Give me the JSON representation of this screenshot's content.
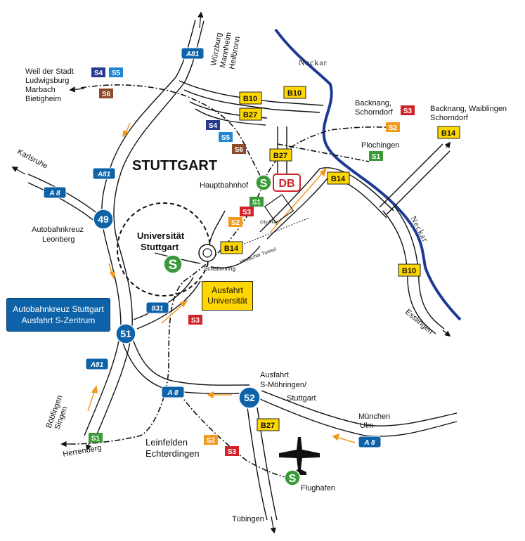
{
  "title": "STUTTGART",
  "rivers": {
    "neckar_top": "Neckar",
    "neckar_right": "Neckar"
  },
  "city_labels": {
    "universitaet": "Universität",
    "stuttgart": "Stuttgart",
    "hauptbahnhof": "Hauptbahnhof",
    "city_ring": "City-Ring",
    "heslacher": "Heslacher Tunnel",
    "schattenring": "Schattenring",
    "leinfelden": "Leinfelden",
    "echterdingen": "Echterdingen",
    "flughafen": "Flughafen"
  },
  "destinations": {
    "wurzburg": "Würzburg",
    "mannheim": "Mannheim",
    "heilbronn": "Heilbronn",
    "weil": "Weil der Stadt",
    "ludwigsburg": "Ludwigsburg",
    "marbach": "Marbach",
    "bietigheim": "Bietigheim",
    "karlsruhe": "Karlsruhe",
    "backnang1": "Backnang,",
    "schorndorf1": "Schorndorf",
    "backnang2": "Backnang, Waiblingen",
    "schorndorf2": "Schorndorf",
    "plochingen": "Plochingen",
    "esslingen": "Esslingen",
    "munchen": "München",
    "ulm": "Ulm",
    "tubingen": "Tübingen",
    "boblingen": "Böblingen",
    "singen": "Singen",
    "herrenberg": "Herrenberg",
    "ausfahrt_moeh1": "Ausfahrt",
    "ausfahrt_moeh2": "S-Möhringen/",
    "ausfahrt_moeh3": "Stuttgart",
    "abk_leonberg1": "Autobahnkreuz",
    "abk_leonberg2": "Leonberg"
  },
  "info_boxes": {
    "kreuz1": "Autobahnkreuz Stuttgart",
    "kreuz2": "Ausfahrt S-Zentrum",
    "uni1": "Ausfahrt",
    "uni2": "Universität"
  },
  "junctions": {
    "j49": "49",
    "j51": "51",
    "j52": "52"
  },
  "highways": {
    "a81": "A81",
    "a8": "A 8",
    "b831": "831"
  },
  "bundesstrassen": {
    "b10": "B10",
    "b27": "B27",
    "b14": "B14"
  },
  "sbahn": {
    "s1": "S1",
    "s2": "S2",
    "s3": "S3",
    "s4": "S4",
    "s5": "S5",
    "s6": "S6",
    "s": "S"
  },
  "db": "DB",
  "colors": {
    "s1": "#3a9a3a",
    "s2": "#f29a1e",
    "s3": "#d2232a",
    "s4": "#2b3a8f",
    "s5": "#1e88d2",
    "s6": "#8b4a2b",
    "highway": "#0d62a8",
    "river": "#1f3a93",
    "bstrasse": "#ffd700",
    "arrow": "#f29a1e"
  }
}
